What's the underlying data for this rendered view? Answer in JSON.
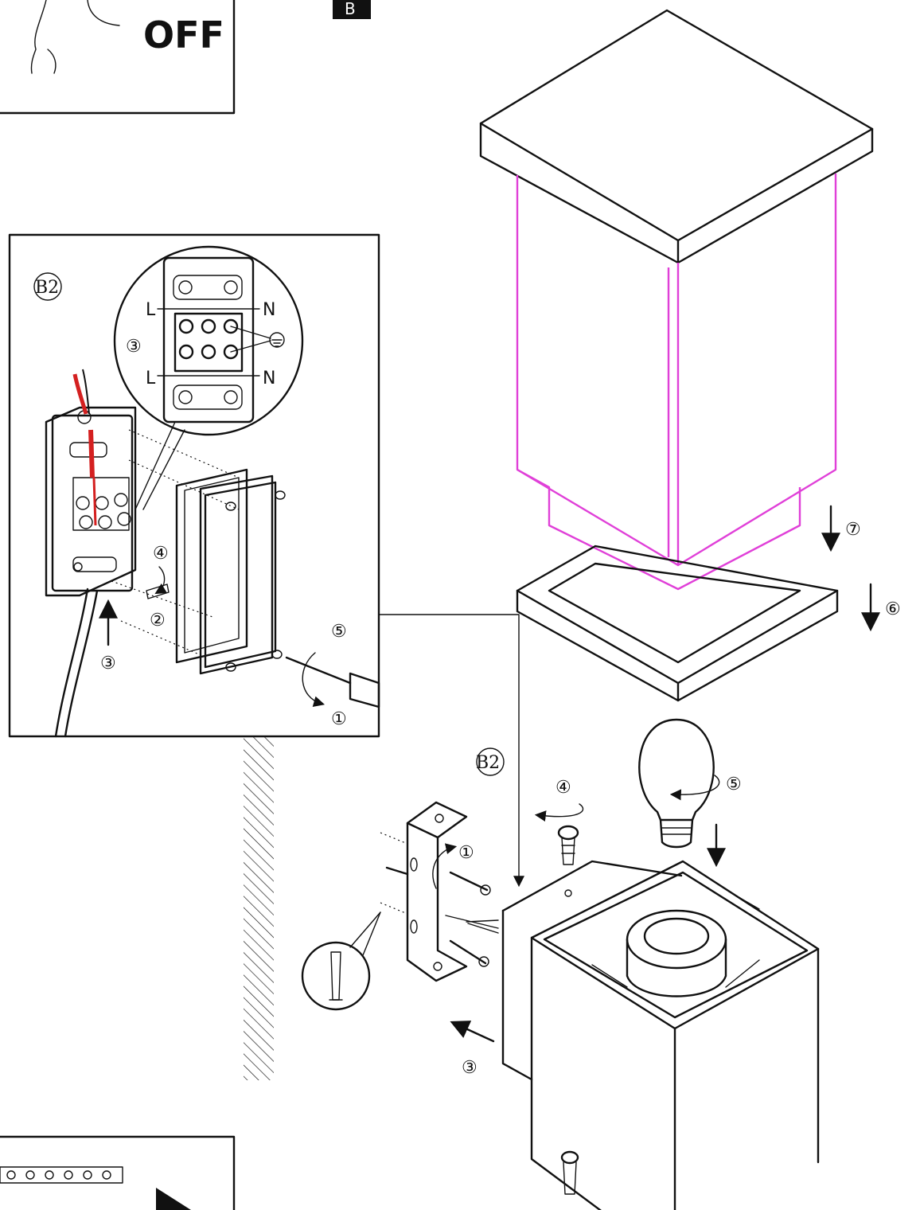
{
  "power_panel": {
    "off_label": "OFF"
  },
  "section_marker": {
    "label": "B"
  },
  "detail_panel": {
    "tag": "B2",
    "terminal_labels": {
      "line_top": "L",
      "neutral_top": "N",
      "line_bottom": "L",
      "neutral_bottom": "N"
    },
    "steps": {
      "s1": "①",
      "s2": "②",
      "s3_box": "③",
      "s3_wire": "③",
      "s4": "④",
      "s5": "⑤"
    }
  },
  "main_assembly": {
    "tag": "B2",
    "steps": {
      "s1": "①",
      "s3": "③",
      "s4": "④",
      "s5": "⑤",
      "s6": "⑥",
      "s7": "⑦"
    }
  },
  "colors": {
    "line": "#111111",
    "highlight": "#e040d8",
    "wire": "#d42020"
  }
}
